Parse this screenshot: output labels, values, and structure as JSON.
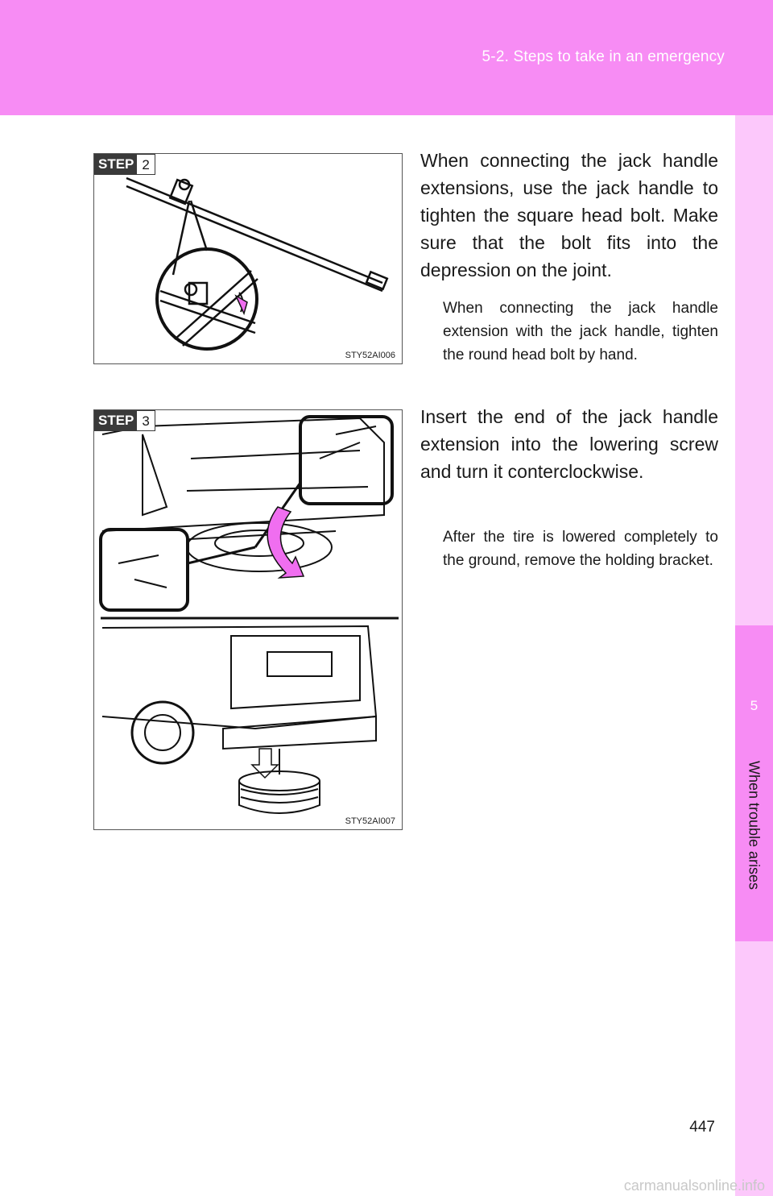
{
  "header": {
    "section": "5-2. Steps to take in an emergency"
  },
  "sidebar": {
    "chapter_number": "5",
    "chapter_title": "When trouble arises"
  },
  "steps": [
    {
      "badge": "STEP",
      "number": "2",
      "figure_code": "STY52AI006",
      "text": "When connecting the jack handle extensions, use the jack handle to tighten the square head bolt. Make sure that the bolt fits into the depression on the joint.",
      "note": "When connecting the jack handle extension with the jack handle, tighten the round head bolt by hand."
    },
    {
      "badge": "STEP",
      "number": "3",
      "figure_code": "STY52AI007",
      "text": "Insert the end of the jack handle extension into the lowering screw and turn it conterclockwise.",
      "note": "After the tire is lowered completely to the ground, remove the holding bracket."
    }
  ],
  "page_number": "447",
  "watermark": "carmanualsonline.info"
}
